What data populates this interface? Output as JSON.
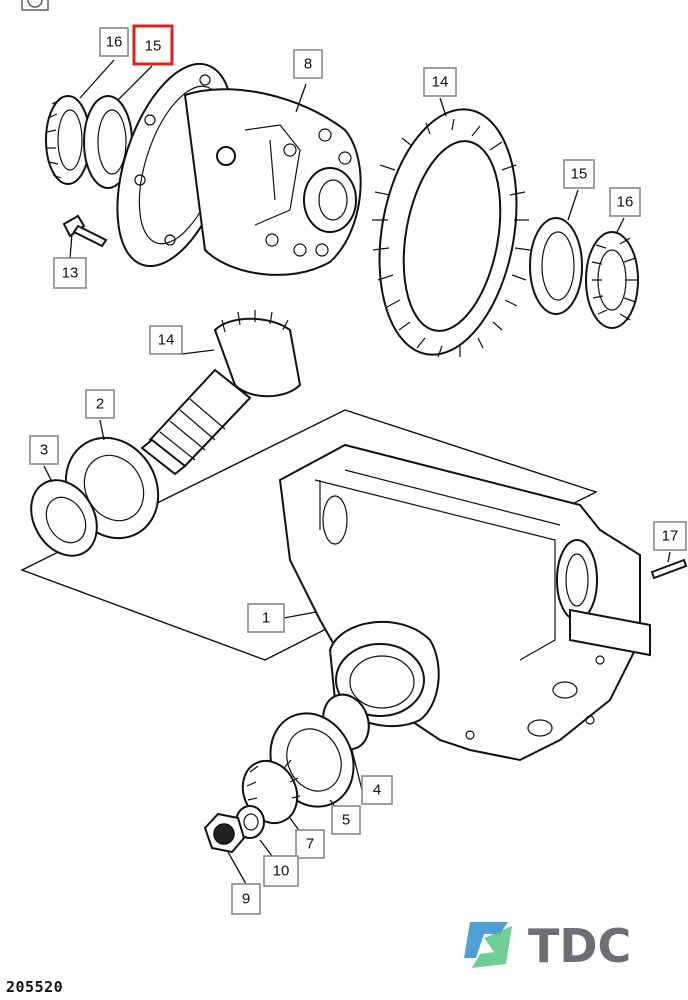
{
  "callouts": [
    {
      "id": "16",
      "text": "16"
    },
    {
      "id": "15",
      "text": "15",
      "highlighted": true
    },
    {
      "id": "8",
      "text": "8"
    },
    {
      "id": "14",
      "text": "14"
    },
    {
      "id": "15b",
      "text": "15"
    },
    {
      "id": "16b",
      "text": "16"
    },
    {
      "id": "13",
      "text": "13"
    },
    {
      "id": "14b",
      "text": "14"
    },
    {
      "id": "2",
      "text": "2"
    },
    {
      "id": "3",
      "text": "3"
    },
    {
      "id": "17",
      "text": "17"
    },
    {
      "id": "1",
      "text": "1"
    },
    {
      "id": "4",
      "text": "4"
    },
    {
      "id": "5",
      "text": "5"
    },
    {
      "id": "7",
      "text": "7"
    },
    {
      "id": "10",
      "text": "10"
    },
    {
      "id": "9",
      "text": "9"
    }
  ],
  "highlight_color": "#e0201c",
  "drawing_number": "205520",
  "brand": {
    "name": "TDC",
    "logo_colors": [
      "#2f8fd0",
      "#4cc07a"
    ]
  }
}
